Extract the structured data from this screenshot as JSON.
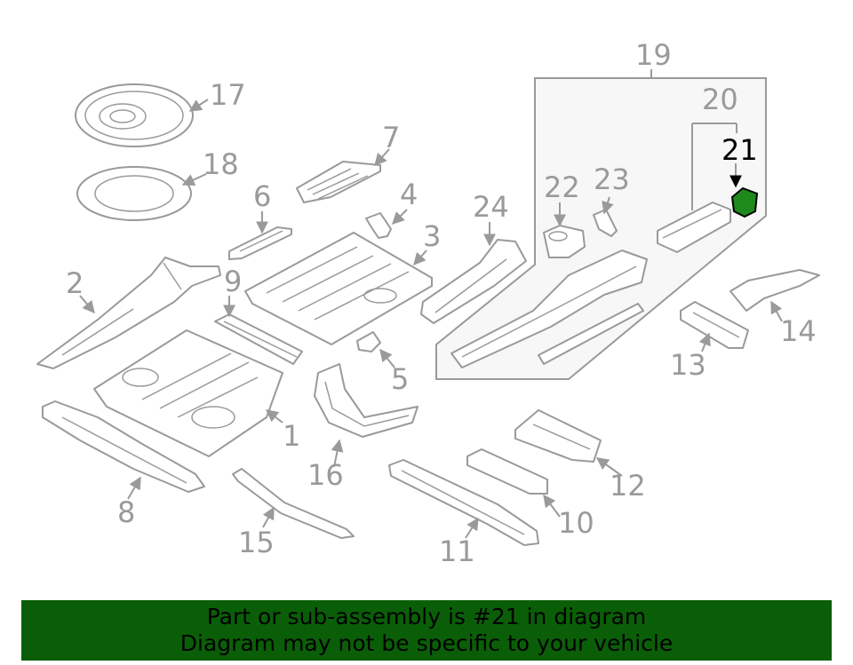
{
  "callouts": [
    "17",
    "18",
    "7",
    "6",
    "4",
    "3",
    "2",
    "9",
    "24",
    "22",
    "23",
    "19",
    "20",
    "21",
    "14",
    "13",
    "5",
    "1",
    "16",
    "12",
    "8",
    "15",
    "10",
    "11"
  ],
  "highlighted_part": "21",
  "colors": {
    "banner_bg": "#0b5e08",
    "part_stroke": "#9a9a9a",
    "highlight_fill": "#1e8a1c"
  },
  "banner": {
    "line1": "Part or sub-assembly is #21 in diagram",
    "line2": "Diagram may not be specific to your vehicle"
  }
}
